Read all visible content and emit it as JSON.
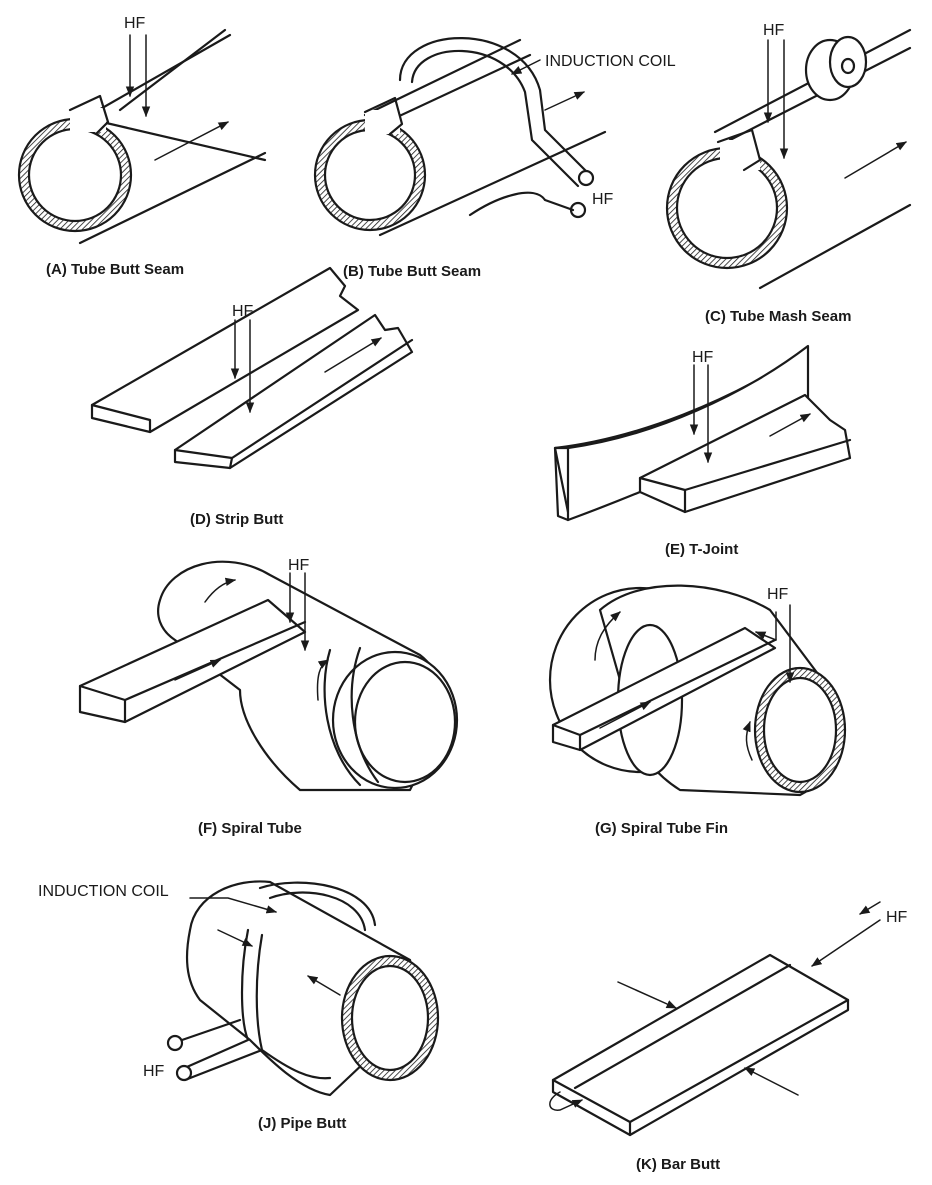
{
  "labels": {
    "hf": "HF",
    "induction_coil": "INDUCTION COIL"
  },
  "captions": {
    "a": "(A) Tube Butt Seam",
    "b": "(B) Tube Butt Seam",
    "c": "(C) Tube Mash Seam",
    "d": "(D) Strip Butt",
    "e": "(E) T-Joint",
    "f": "(F) Spiral Tube",
    "g": "(G) Spiral Tube Fin",
    "j": "(J) Pipe Butt",
    "k": "(K) Bar Butt"
  },
  "colors": {
    "ink": "#1a1a1a",
    "background": "#ffffff"
  }
}
